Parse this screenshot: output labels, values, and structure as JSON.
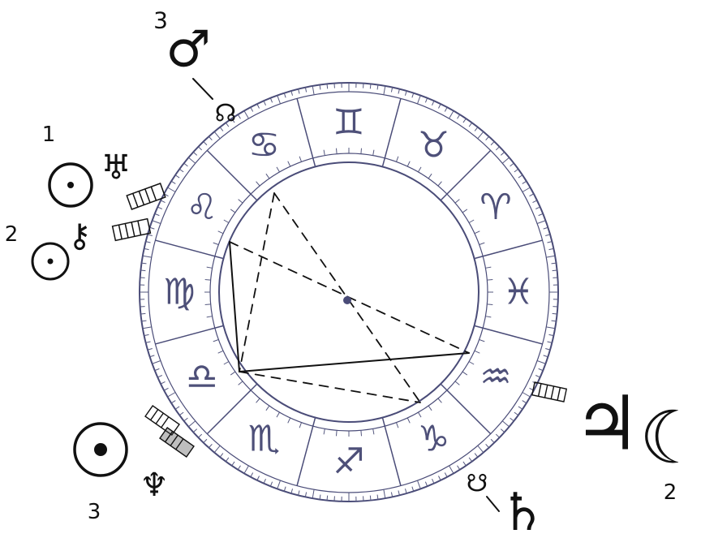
{
  "zodiac_signs": [
    {
      "name": "cancer",
      "glyph": "♋"
    },
    {
      "name": "gemini",
      "glyph": "♊"
    },
    {
      "name": "taurus",
      "glyph": "♉"
    },
    {
      "name": "aries",
      "glyph": "♈"
    },
    {
      "name": "pisces",
      "glyph": "♓"
    },
    {
      "name": "aquarius",
      "glyph": "♒"
    },
    {
      "name": "capricorn",
      "glyph": "♑"
    },
    {
      "name": "sagittarius",
      "glyph": "♐"
    },
    {
      "name": "scorpio",
      "glyph": "♏"
    },
    {
      "name": "libra",
      "glyph": "♎"
    },
    {
      "name": "virgo",
      "glyph": "♍"
    },
    {
      "name": "leo",
      "glyph": "♌"
    }
  ],
  "planets": {
    "mars": {
      "glyph": "♂",
      "number": "3"
    },
    "north_node": {
      "glyph": "☊"
    },
    "uranus": {
      "glyph": "♅",
      "number": "1"
    },
    "chiron": {
      "glyph": "⚷",
      "number": "2"
    },
    "neptune": {
      "glyph": "♆",
      "number": "3"
    },
    "jupiter": {
      "glyph": "♃"
    },
    "moon": {
      "glyph": "☾",
      "number": "2"
    },
    "south_node": {
      "glyph": "☋"
    },
    "saturn": {
      "glyph": "♄"
    }
  },
  "colors": {
    "chart_ink": "#4a4c78",
    "pen_ink": "#111111"
  }
}
